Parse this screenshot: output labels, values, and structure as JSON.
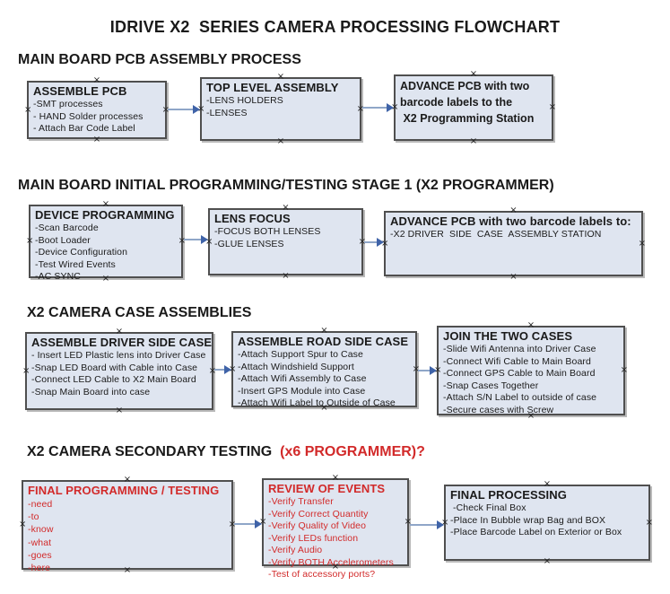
{
  "page": {
    "title": "IDRIVE X2  SERIES CAMERA PROCESSING FLOWCHART"
  },
  "colors": {
    "box_fill": "#dfe5f0",
    "box_border": "#4f4f4f",
    "red_text": "#d22a2a",
    "black_text": "#1a1a1a",
    "arrow_shaft": "#8fa6c8",
    "arrow_head": "#3f63a8"
  },
  "sections": {
    "s1": {
      "header": "MAIN BOARD PCB ASSEMBLY PROCESS"
    },
    "s2": {
      "header": "MAIN BOARD INITIAL PROGRAMMING/TESTING STAGE 1 (X2 PROGRAMMER)"
    },
    "s3": {
      "header": "X2 CAMERA CASE ASSEMBLIES"
    },
    "s4": {
      "header_black": "X2 CAMERA SECONDARY TESTING ",
      "header_red": " (x6 PROGRAMMER)?"
    }
  },
  "boxes": {
    "assemble_pcb": {
      "title": "ASSEMBLE PCB",
      "items": [
        "-SMT processes",
        "- HAND Solder processes",
        "- Attach Bar Code Label"
      ]
    },
    "top_level_assembly": {
      "title": "TOP LEVEL ASSEMBLY",
      "items": [
        "-LENS HOLDERS",
        "-LENSES"
      ]
    },
    "advance_pcb_station": {
      "title_lines": [
        "ADVANCE PCB with two",
        "barcode labels to the",
        " X2 Programming Station"
      ]
    },
    "device_programming": {
      "title": "DEVICE PROGRAMMING",
      "items": [
        "-Scan Barcode",
        "-Boot Loader",
        "-Device Configuration",
        "-Test Wired Events",
        "-AC SYNC"
      ]
    },
    "lens_focus": {
      "title": "LENS FOCUS",
      "items": [
        "-FOCUS BOTH LENSES",
        "-GLUE LENSES"
      ]
    },
    "advance_pcb_driver": {
      "title": "ADVANCE PCB with two barcode labels to:",
      "items": [
        "-X2 DRIVER  SIDE  CASE  ASSEMBLY STATION"
      ]
    },
    "assemble_driver_side": {
      "title": "ASSEMBLE DRIVER SIDE CASE",
      "items": [
        "- Insert LED Plastic lens into Driver Case",
        "-Snap LED Board with Cable into Case",
        "-Connect LED Cable to X2 Main Board",
        "-Snap Main Board into case"
      ]
    },
    "assemble_road_side": {
      "title": "ASSEMBLE ROAD SIDE CASE",
      "items": [
        "-Attach Support Spur to Case",
        "-Attach Windshield Support",
        "-Attach Wifi Assembly to Case",
        "-Insert GPS Module into Case",
        "-Attach Wifi Label to Outside of Case"
      ]
    },
    "join_two_cases": {
      "title": "JOIN THE TWO CASES",
      "items": [
        "-Slide Wifi Antenna into Driver Case",
        "-Connect Wifi Cable to Main Board",
        "-Connect GPS Cable to Main Board",
        "-Snap Cases Together",
        "-Attach S/N Label to outside of case",
        "-Secure cases with Screw"
      ]
    },
    "final_programming": {
      "title": "FINAL PROGRAMMING / TESTING",
      "items": [
        "-need",
        "-to",
        "-know",
        "-what",
        "-goes",
        "-here"
      ]
    },
    "review_of_events": {
      "title": "REVIEW OF EVENTS",
      "items": [
        "-Verify Transfer",
        "-Verify Correct Quantity",
        "-Verify Quality of Video",
        "-Verify LEDs function",
        "-Verify Audio",
        "-Verify BOTH Accelerometers",
        "-Test of accessory ports?"
      ]
    },
    "final_processing": {
      "title": "FINAL PROCESSING",
      "items": [
        " -Check Final Box",
        "-Place In Bubble wrap Bag and BOX",
        "-Place Barcode Label on Exterior or Box"
      ]
    }
  }
}
